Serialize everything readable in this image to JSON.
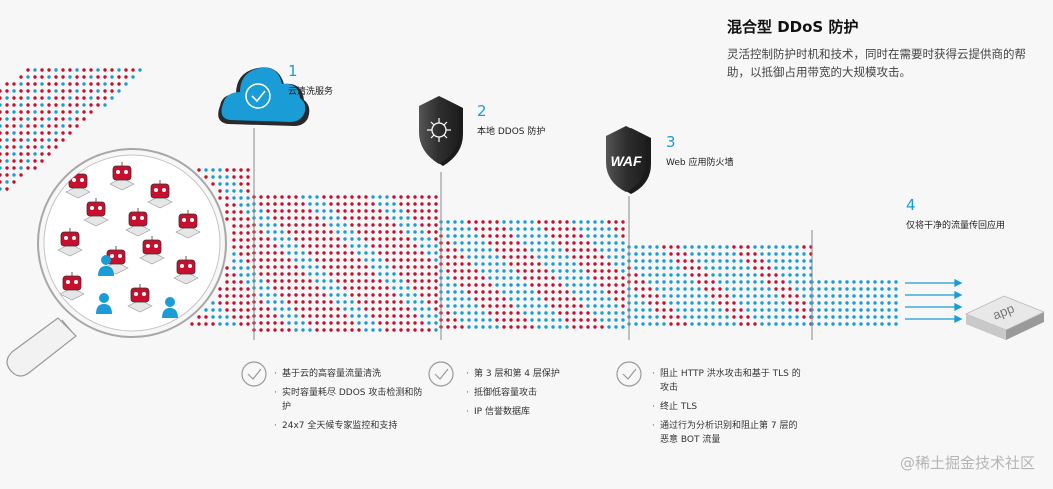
{
  "header": {
    "title": "混合型 DDoS 防护",
    "description": "灵活控制防护时机和技术，同时在需要时获得云提供商的帮助，以抵御占用带宽的大规模攻击。"
  },
  "steps": [
    {
      "number": "1",
      "label": "云清洗服务",
      "icon": "cloud-check-icon",
      "bullets": [
        "基于云的高容量流量清洗",
        "实时容量耗尽 DDOS 攻击检测和防护",
        "24x7 全天候专家监控和支持"
      ]
    },
    {
      "number": "2",
      "label": "本地 DDOS 防护",
      "icon": "shield-virus-icon",
      "bullets": [
        "第 3 层和第 4 层保护",
        "抵御低容量攻击",
        "IP 信誉数据库"
      ]
    },
    {
      "number": "3",
      "label": "Web 应用防火墙",
      "icon": "waf-shield-icon",
      "icon_text": "WAF",
      "bullets": [
        "阻止 HTTP 洪水攻击和基于 TLS 的攻击",
        "终止 TLS",
        "通过行为分析识别和阻止第 7 层的恶意 BOT 流量"
      ]
    },
    {
      "number": "4",
      "label": "仅将干净的流量传回应用",
      "icon": "app-box-icon",
      "icon_text": "app"
    }
  ],
  "icons": {
    "magnifier": "magnifier-icon",
    "bots": "bot-icon",
    "users": "user-icon",
    "check": "check-circle-icon",
    "arrows": "arrow-right-icon"
  },
  "colors": {
    "attack": "#c8102e",
    "legit": "#1a9cd6",
    "shield": "#3a3a3a",
    "line": "#8a8a8a"
  },
  "watermark": "@稀土掘金技术社区"
}
